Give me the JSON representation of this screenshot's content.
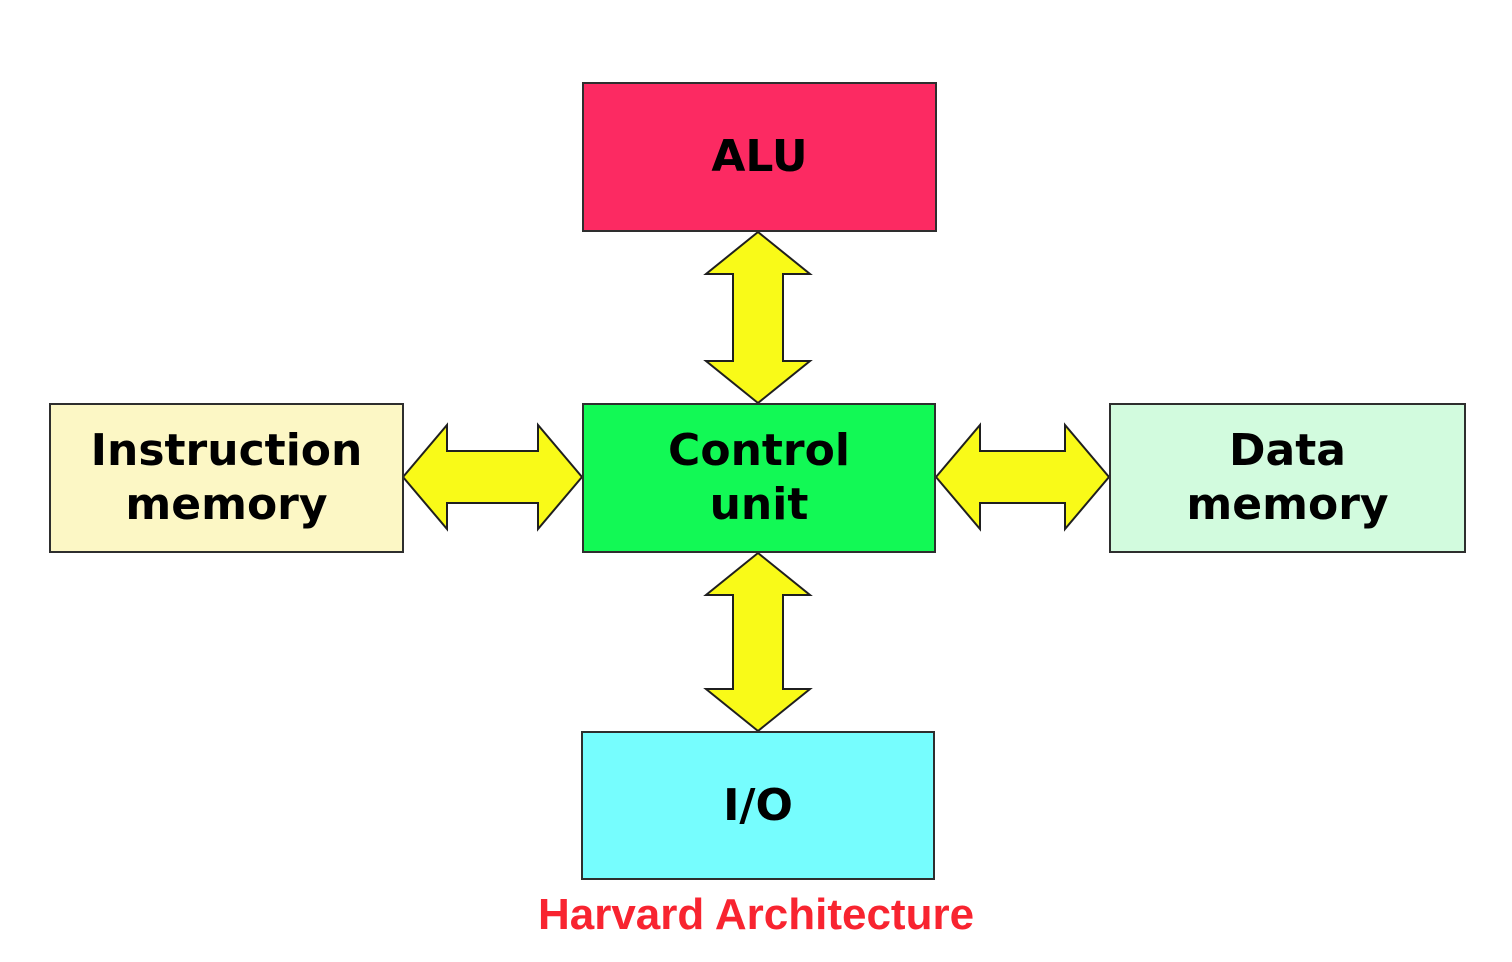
{
  "caption": {
    "text": "Harvard Architecture",
    "color": "#F82430"
  },
  "nodes": {
    "alu": {
      "label": "ALU",
      "bg": "#FC2A62"
    },
    "control": {
      "label": "Control\nunit",
      "bg": "#12F955"
    },
    "instruction": {
      "label": "Instruction\nmemory",
      "bg": "#FCF7C5"
    },
    "data": {
      "label": "Data\nmemory",
      "bg": "#D2FBDE"
    },
    "io": {
      "label": "I/O",
      "bg": "#76FDFE"
    }
  },
  "arrows": {
    "fill": "#F9FA18",
    "stroke": "#1f1f1f",
    "connections": [
      {
        "from": "control",
        "to": "alu",
        "bidirectional": true
      },
      {
        "from": "control",
        "to": "instruction",
        "bidirectional": true
      },
      {
        "from": "control",
        "to": "data",
        "bidirectional": true
      },
      {
        "from": "control",
        "to": "io",
        "bidirectional": true
      }
    ]
  }
}
